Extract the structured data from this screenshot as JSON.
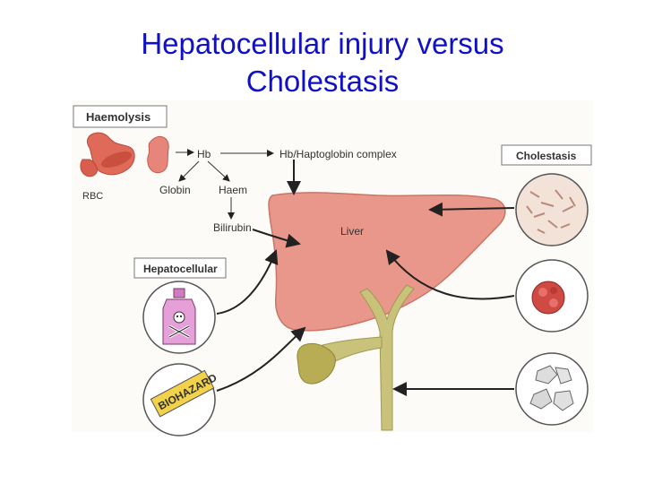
{
  "slide": {
    "title_line1": "Hepatocellular injury versus",
    "title_line2": "Cholestasis"
  },
  "diagram": {
    "boxes": {
      "haemolysis": "Haemolysis",
      "cholestasis": "Cholestasis",
      "hepatocellular": "Hepatocellular"
    },
    "labels": {
      "rbc": "RBC",
      "hb": "Hb",
      "globin": "Globin",
      "haem": "Haem",
      "bilirubin": "Bilirubin",
      "hb_complex": "Hb/Haptoglobin complex",
      "liver": "Liver",
      "biohazard": "BIOHAZARD"
    },
    "colors": {
      "title": "#1010c8",
      "liver": "#e8978a",
      "rbc": "#e06a5a",
      "duct": "#c8c27a",
      "gallbladder": "#b8ad55",
      "bottle": "#e6a0d8"
    }
  }
}
